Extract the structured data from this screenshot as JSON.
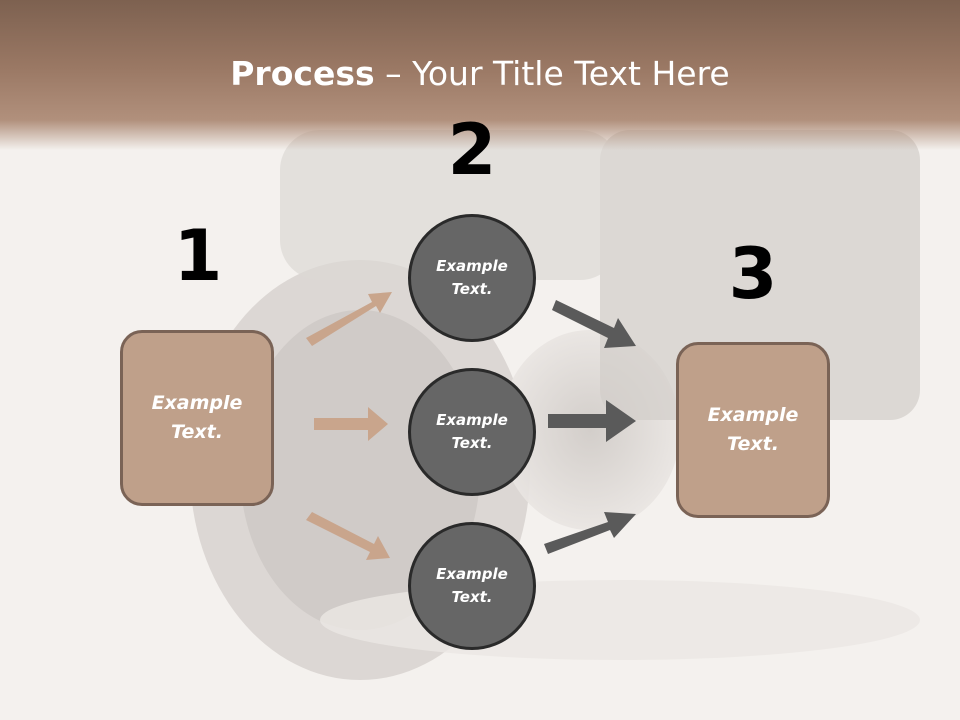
{
  "title": {
    "bold": "Process",
    "rest": " – Your Title Text Here"
  },
  "steps": {
    "one": "1",
    "two": "2",
    "three": "3"
  },
  "left_box": {
    "line1": "Example",
    "line2": "Text."
  },
  "right_box": {
    "line1": "Example",
    "line2": "Text."
  },
  "circles": [
    {
      "line1": "Example",
      "line2": "Text."
    },
    {
      "line1": "Example",
      "line2": "Text."
    },
    {
      "line1": "Example",
      "line2": "Text."
    }
  ],
  "colors": {
    "header": "#9a7864",
    "box_fill": "#bfa08a",
    "box_border": "#7a6356",
    "circle_fill": "#666666",
    "arrow_tan": "#c9a58c",
    "arrow_dark": "#5a5a5a"
  }
}
